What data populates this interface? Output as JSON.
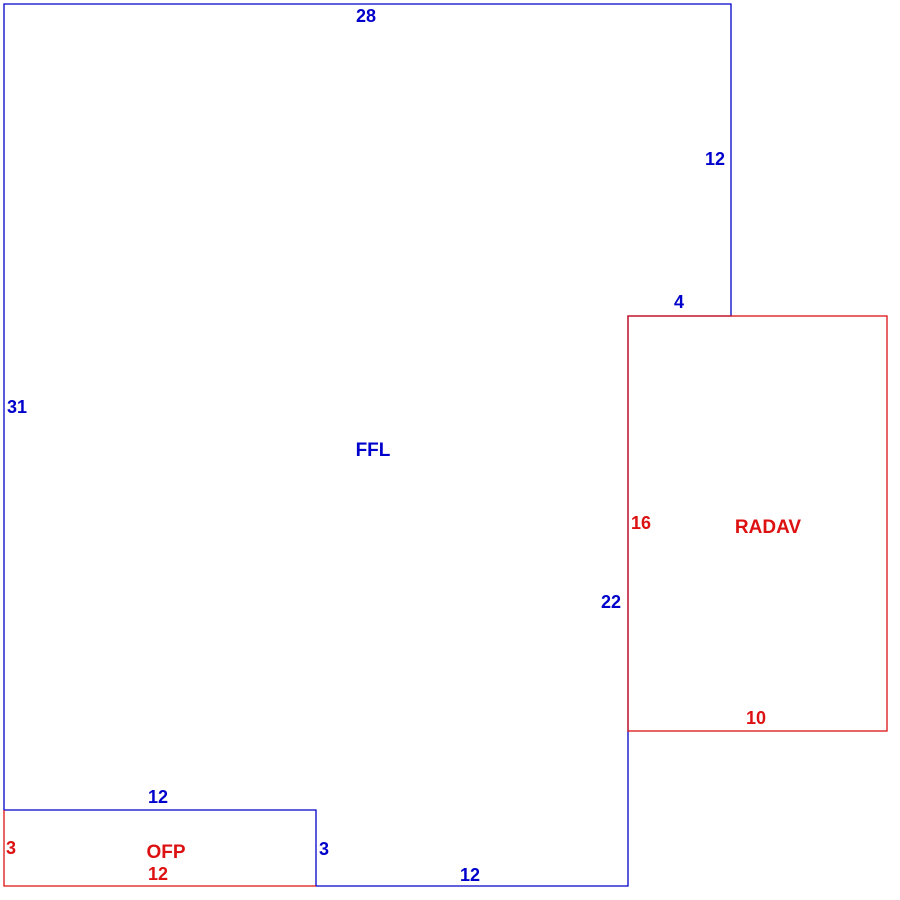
{
  "colors": {
    "main_area": "#0000cc",
    "addition_area": "#dd1111",
    "background": "#ffffff"
  },
  "areas": {
    "ffl": {
      "name": "FFL",
      "dimensions": {
        "top": "28",
        "right_upper": "12",
        "step": "4",
        "right_lower": "22",
        "left": "31",
        "bottom": "12",
        "notch_top": "12",
        "notch_side": "3"
      }
    },
    "radav": {
      "name": "RADAV",
      "dimensions": {
        "side": "16",
        "bottom": "10"
      }
    },
    "ofp": {
      "name": "OFP",
      "dimensions": {
        "side": "3",
        "bottom": "12"
      }
    }
  }
}
